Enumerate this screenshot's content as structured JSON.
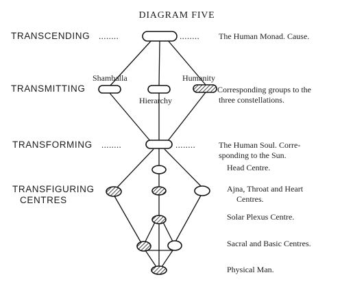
{
  "diagram": {
    "title": "DIAGRAM FIVE",
    "levels": {
      "transcending": "TRANSCENDING",
      "transmitting": "TRANSMITTING",
      "transforming": "TRANSFORMING",
      "transfiguring_1": "TRANSFIGURING",
      "transfiguring_2": "CENTRES"
    },
    "dots": {
      "transcending_left": "........",
      "transcending_right": "........",
      "transforming_left": "........",
      "transforming_right": "........"
    },
    "node_labels": {
      "shamballa": "Shamballa",
      "humanity": "Humanity",
      "hierarchy": "Hierarchy"
    },
    "annotations": {
      "monad": "The Human Monad. Cause.",
      "groups_1": "Corresponding groups to the",
      "groups_2": "three constellations.",
      "soul_1": "The Human Soul. Corre-",
      "soul_2": "sponding to the Sun.",
      "head": "Head Centre.",
      "ajna_1": "Ajna, Throat and Heart",
      "ajna_2": "Centres.",
      "solar": "Solar Plexus Centre.",
      "sacral": "Sacral and Basic Centres.",
      "physical": "Physical Man."
    }
  }
}
